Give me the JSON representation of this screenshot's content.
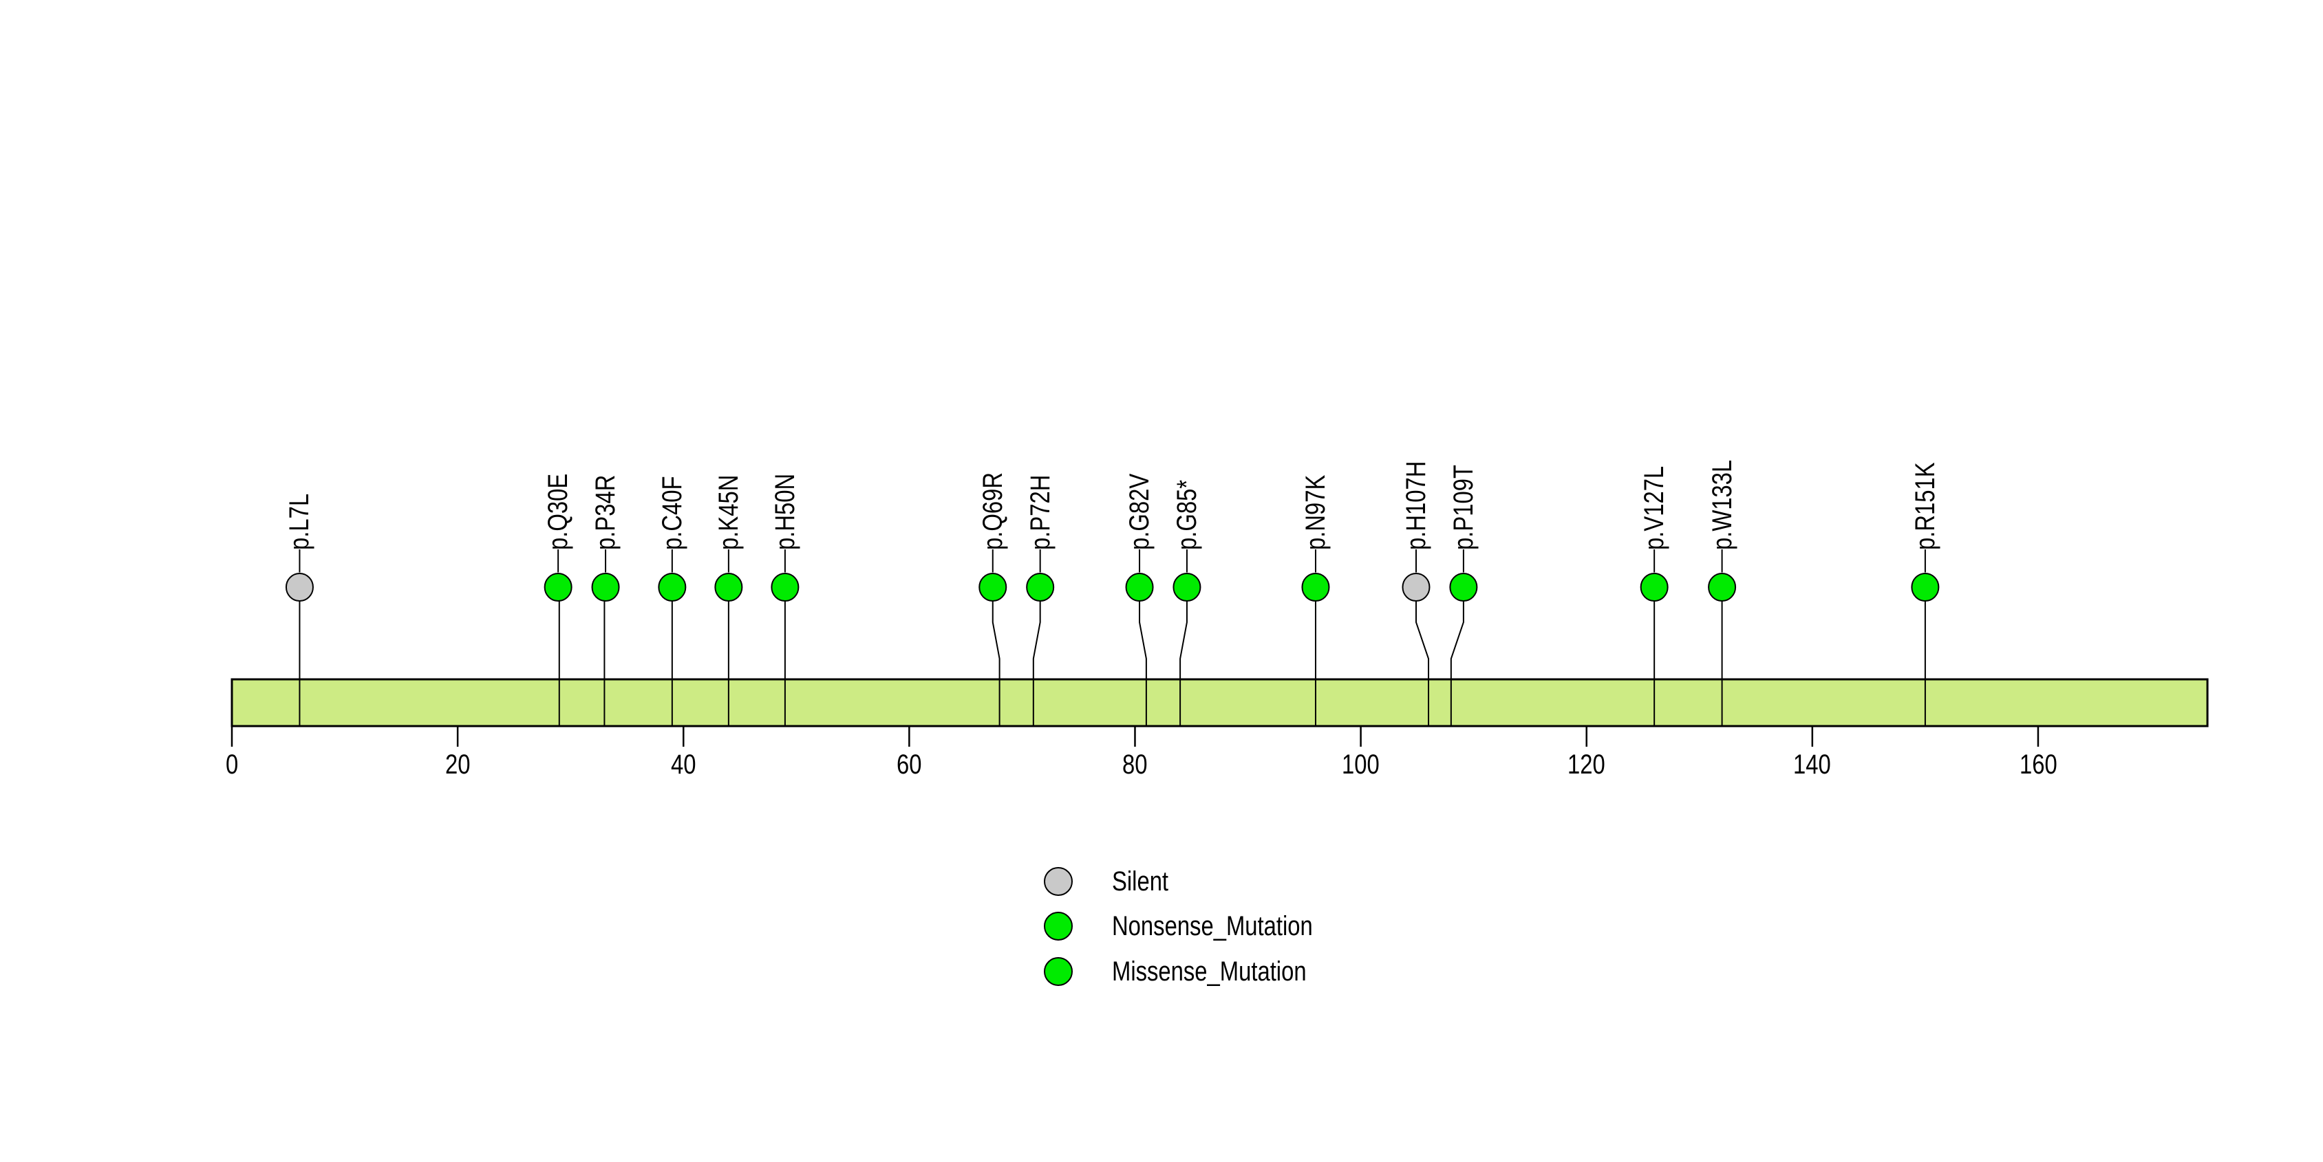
{
  "chart_data": {
    "type": "scatter",
    "subtype": "lollipop_mutation_plot",
    "title": "",
    "xlabel": "",
    "ylabel": "",
    "xlim": [
      0,
      175
    ],
    "x_ticks": [
      0,
      20,
      40,
      60,
      80,
      100,
      120,
      140,
      160
    ],
    "grid": false,
    "legend_position": "bottom-center",
    "protein_bar": {
      "start": 0,
      "end": 175,
      "fill": "#CDEB84",
      "stroke": "#000000"
    },
    "marker_colors": {
      "Silent": "#C9C9C9",
      "Nonsense_Mutation": "#00EB00",
      "Missense_Mutation": "#00EB00"
    },
    "mutations": [
      {
        "label": "p.L7L",
        "position": 7,
        "class": "Silent"
      },
      {
        "label": "p.Q30E",
        "position": 30,
        "class": "Missense_Mutation"
      },
      {
        "label": "p.P34R",
        "position": 34,
        "class": "Missense_Mutation"
      },
      {
        "label": "p.C40F",
        "position": 40,
        "class": "Missense_Mutation"
      },
      {
        "label": "p.K45N",
        "position": 45,
        "class": "Missense_Mutation"
      },
      {
        "label": "p.H50N",
        "position": 50,
        "class": "Missense_Mutation"
      },
      {
        "label": "p.Q69R",
        "position": 69,
        "class": "Missense_Mutation"
      },
      {
        "label": "p.P72H",
        "position": 72,
        "class": "Missense_Mutation"
      },
      {
        "label": "p.G82V",
        "position": 82,
        "class": "Missense_Mutation"
      },
      {
        "label": "p.G85*",
        "position": 85,
        "class": "Nonsense_Mutation"
      },
      {
        "label": "p.N97K",
        "position": 97,
        "class": "Missense_Mutation"
      },
      {
        "label": "p.H107H",
        "position": 107,
        "class": "Silent"
      },
      {
        "label": "p.P109T",
        "position": 109,
        "class": "Missense_Mutation"
      },
      {
        "label": "p.V127L",
        "position": 127,
        "class": "Missense_Mutation"
      },
      {
        "label": "p.W133L",
        "position": 133,
        "class": "Missense_Mutation"
      },
      {
        "label": "p.R151K",
        "position": 151,
        "class": "Missense_Mutation"
      }
    ],
    "legend": [
      {
        "label": "Silent",
        "color": "#C9C9C9"
      },
      {
        "label": "Nonsense_Mutation",
        "color": "#00EB00"
      },
      {
        "label": "Missense_Mutation",
        "color": "#00EB00"
      }
    ]
  }
}
